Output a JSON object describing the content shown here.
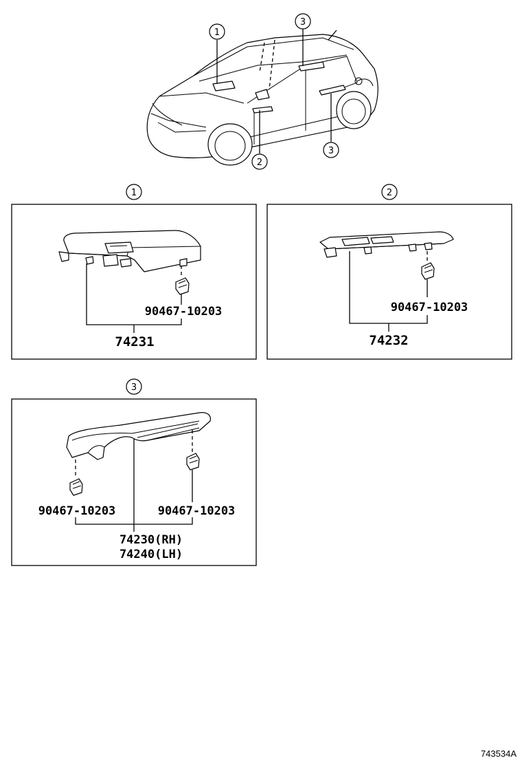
{
  "callouts": {
    "c1": "1",
    "c2": "2",
    "c3": "3"
  },
  "panels": {
    "p1": {
      "index": "1",
      "clip_part": "90467-10203",
      "main_part": "74231"
    },
    "p2": {
      "index": "2",
      "clip_part": "90467-10203",
      "main_part": "74232"
    },
    "p3": {
      "index": "3",
      "clip_part_left": "90467-10203",
      "clip_part_right": "90467-10203",
      "main_part_rh": "74230(RH)",
      "main_part_lh": "74240(LH)"
    }
  },
  "figure_ref": "743534A"
}
